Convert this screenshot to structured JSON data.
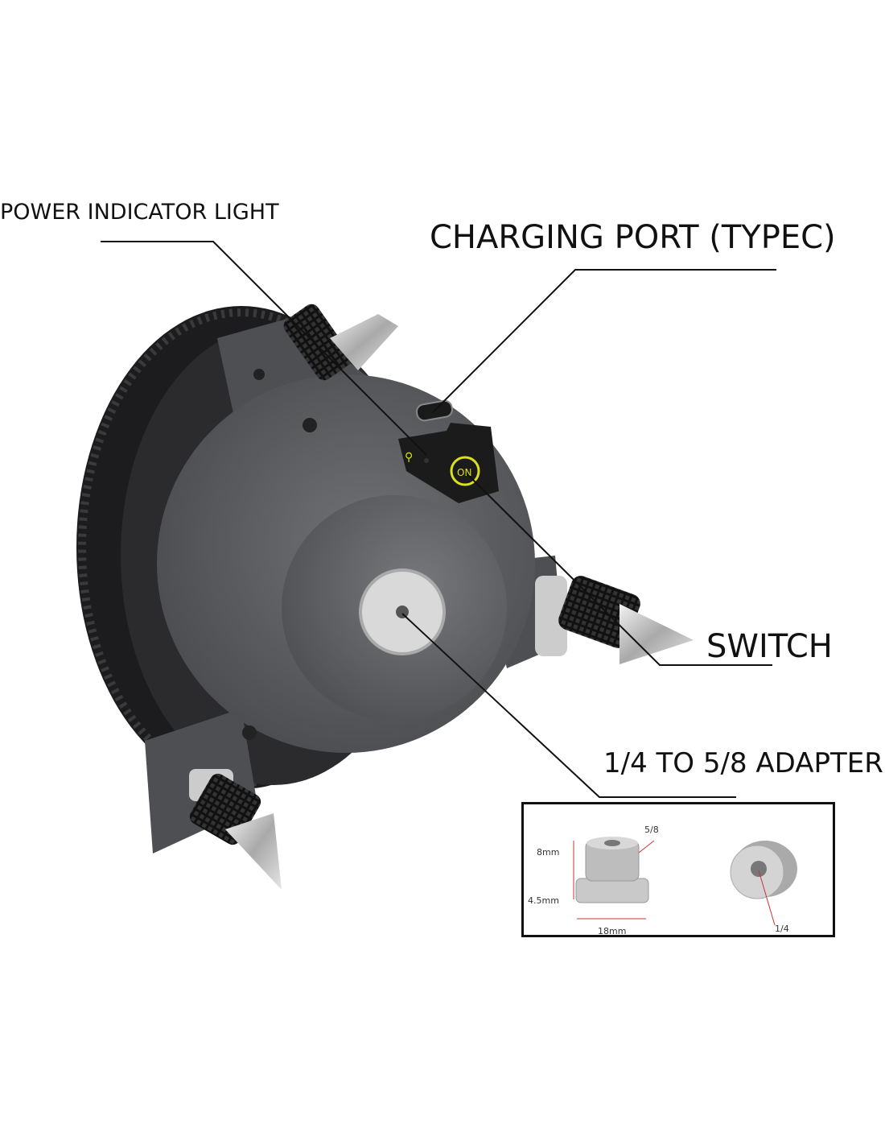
{
  "callouts": {
    "power_indicator": "POWER INDICATOR LIGHT",
    "charging_port": "CHARGING PORT (TYPEC)",
    "switch": "SWITCH",
    "adapter": "1/4 TO 5/8 ADAPTER"
  },
  "device": {
    "switch_text": "ON"
  },
  "inset": {
    "height_thread": "8mm",
    "height_base": "4.5mm",
    "diameter": "18mm",
    "thread_large": "5/8",
    "thread_small": "1/4"
  },
  "colors": {
    "body": "#5c5d60",
    "accent": "#d8e020"
  }
}
